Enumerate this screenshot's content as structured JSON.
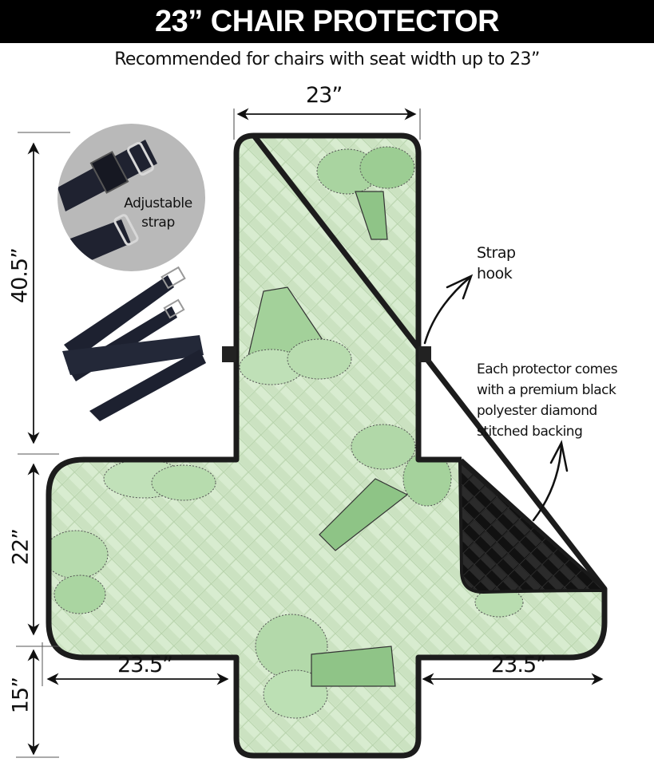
{
  "header": {
    "title": "23” CHAIR PROTECTOR",
    "subtitle": "Recommended for chairs with seat width up to 23”"
  },
  "dimensions": {
    "top_width": "23”",
    "back_height": "40.5”",
    "seat_height": "22”",
    "skirt_height": "15”",
    "left_arm_width": "23.5”",
    "right_arm_width": "23.5”"
  },
  "callouts": {
    "adjustable_strap": [
      "Adjustable",
      "strap"
    ],
    "strap_hook": [
      "Strap",
      "hook"
    ],
    "backing": [
      "Each protector comes",
      "with a premium black",
      "polyester diamond",
      "stitched backing"
    ]
  },
  "colors": {
    "banner_bg": "#000000",
    "fabric_green": "#cfe6c6",
    "fabric_stitch": "#b7d3ab",
    "broccoli_green": "#6fbf73",
    "outline": "#1c1c1c",
    "backing_black": "#1a1a1a",
    "strap_circle": "#b9b9b9"
  },
  "icons": {
    "strap_buckles": "adjustable-strap-photo",
    "strap_hooks": "strap-hook-tab",
    "arrows": "curved-arrow",
    "pattern": "broccoli-print"
  }
}
